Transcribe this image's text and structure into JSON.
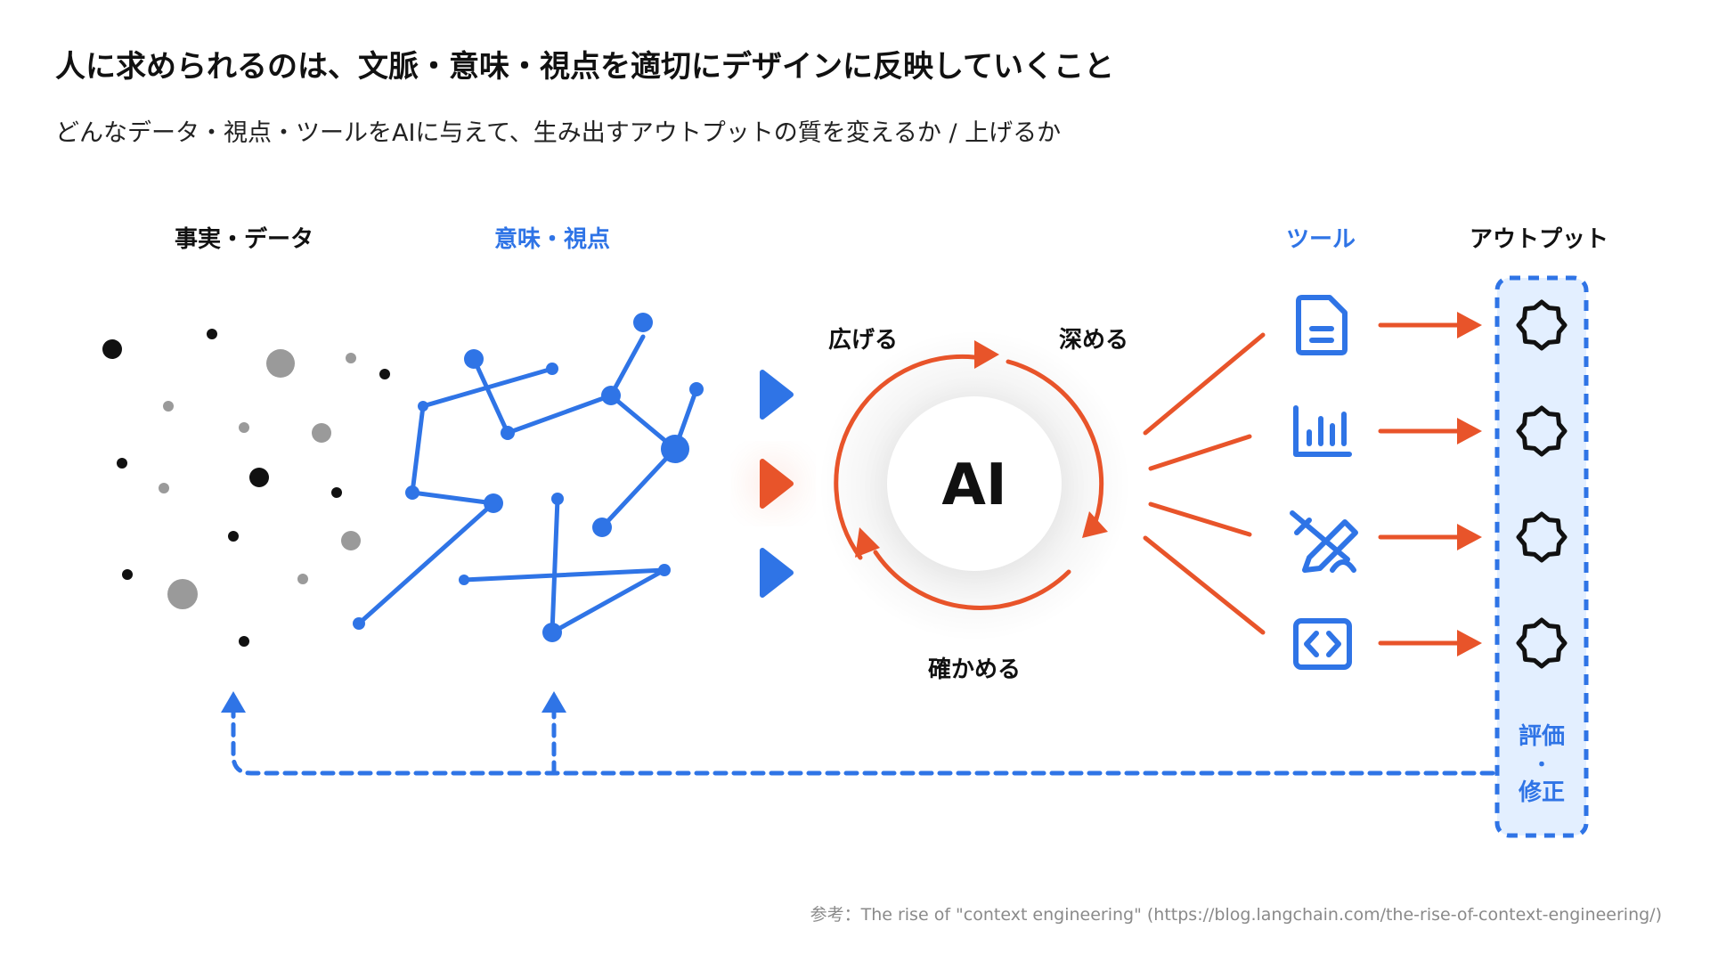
{
  "headline": "人に求められるのは、文脈・意味・視点を適切にデザインに反映していくこと",
  "subheadline": "どんなデータ・視点・ツールをAIに与えて、生み出すアウトプットの質を変えるか / 上げるか",
  "columns": {
    "facts": "事実・データ",
    "meaning": "意味・視点",
    "tools": "ツール",
    "output": "アウトプット"
  },
  "cycle": {
    "center": "AI",
    "expand": "広げる",
    "deepen": "深める",
    "verify": "確かめる"
  },
  "feedback": {
    "label_top": "評価",
    "label_dot": "・",
    "label_bottom": "修正"
  },
  "tool_icons": [
    "document-icon",
    "bar-chart-icon",
    "pen-edit-icon",
    "code-icon"
  ],
  "reference": "参考：The rise of \"context engineering\" (https://blog.langchain.com/the-rise-of-context-engineering/)",
  "colors": {
    "blue": "#2f74e6",
    "orange": "#e8542a",
    "black": "#111111",
    "gray": "#9a9a9a",
    "output_bg": "#e3efff",
    "reference": "#8a8a8a"
  }
}
